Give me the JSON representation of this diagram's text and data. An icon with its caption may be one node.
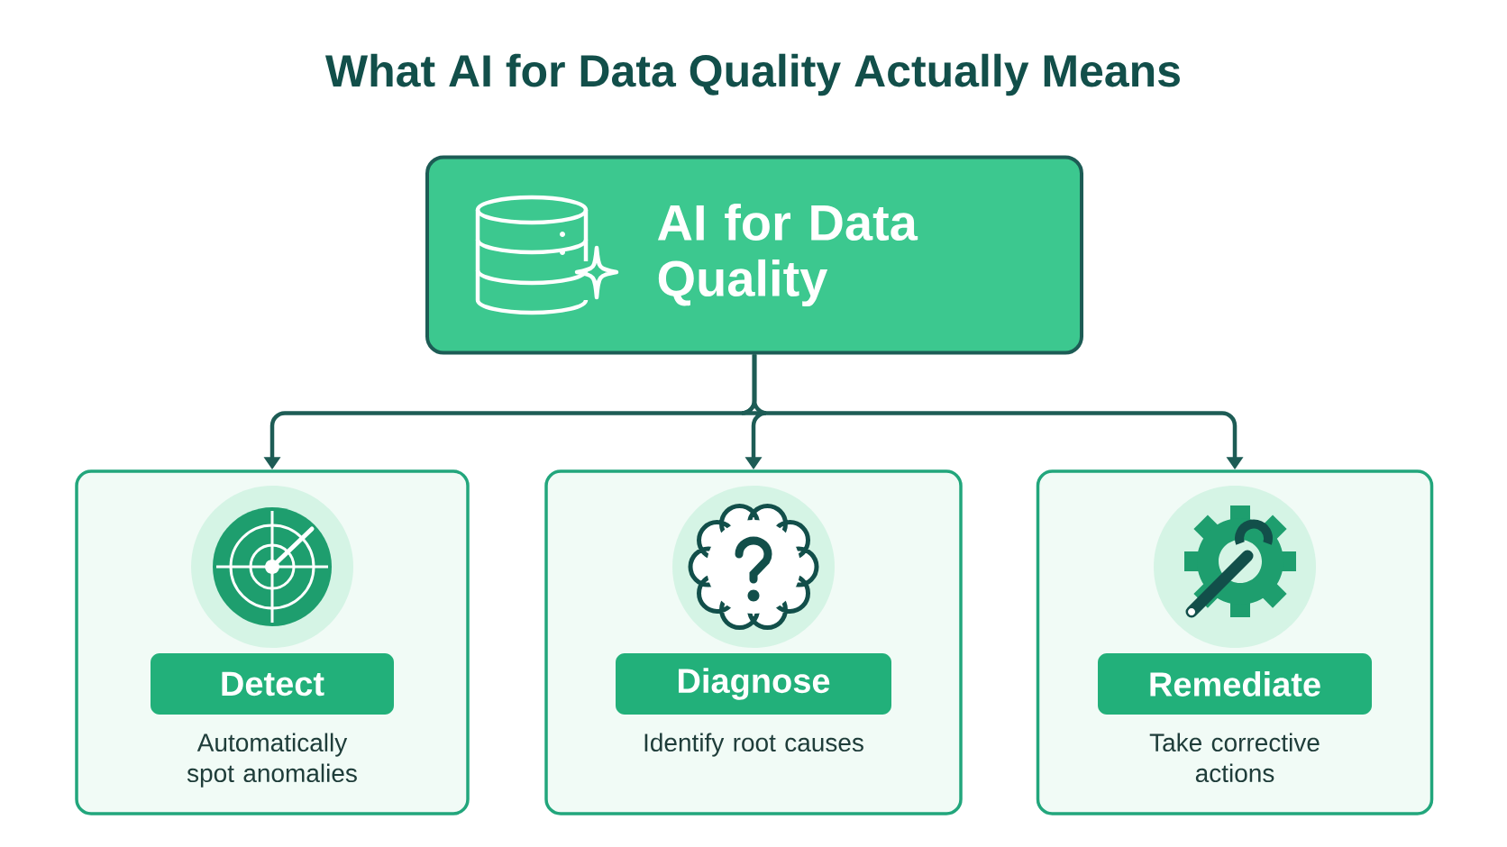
{
  "diagram": {
    "title": "What AI for Data Quality Actually Means",
    "nodes": [
      {
        "text": [
          "AI for Data Quality"
        ]
      },
      {
        "text": [
          "Automatically spot anomalies"
        ]
      },
      {
        "text": [
          "Detect"
        ],
        "in": 1
      },
      {
        "text": [
          "Identify root causes"
        ]
      },
      {
        "text": [
          "Diagnose"
        ],
        "in": 3
      },
      {
        "text": [
          "Take corrective actions"
        ]
      },
      {
        "text": [
          "Remediate"
        ],
        "in": 5
      }
    ],
    "edges": [
      {
        "from": 0,
        "to": 1,
        "arrow": "to"
      },
      {
        "from": 0,
        "to": 3,
        "arrow": "to"
      },
      {
        "from": 0,
        "to": 5,
        "arrow": "to"
      }
    ]
  }
}
